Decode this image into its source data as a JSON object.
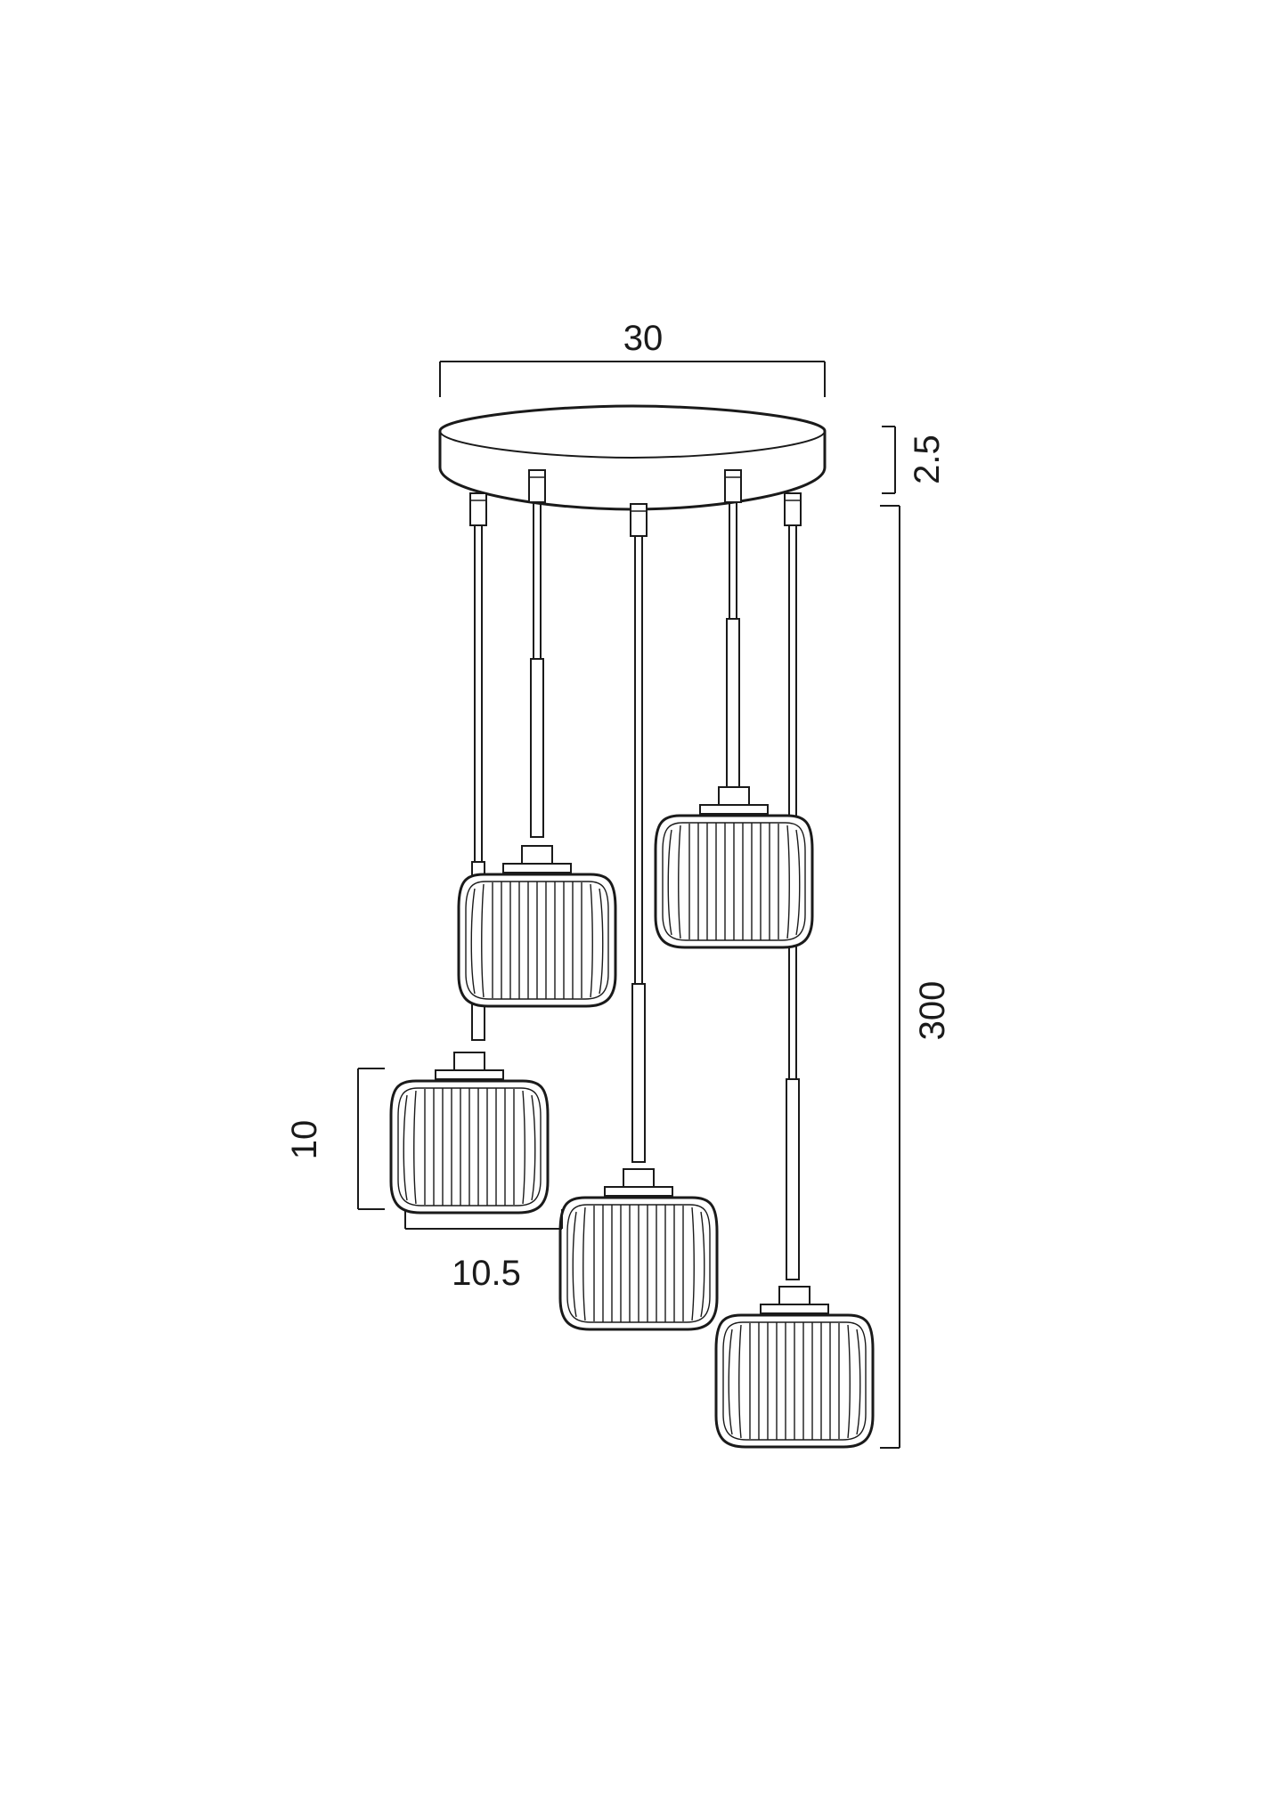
{
  "dimensions": {
    "canopy_width": "30",
    "canopy_height": "2.5",
    "overall_drop": "300",
    "shade_height": "10",
    "shade_width": "10.5"
  },
  "colors": {
    "line": "#1a1a1a",
    "background": "#ffffff"
  }
}
